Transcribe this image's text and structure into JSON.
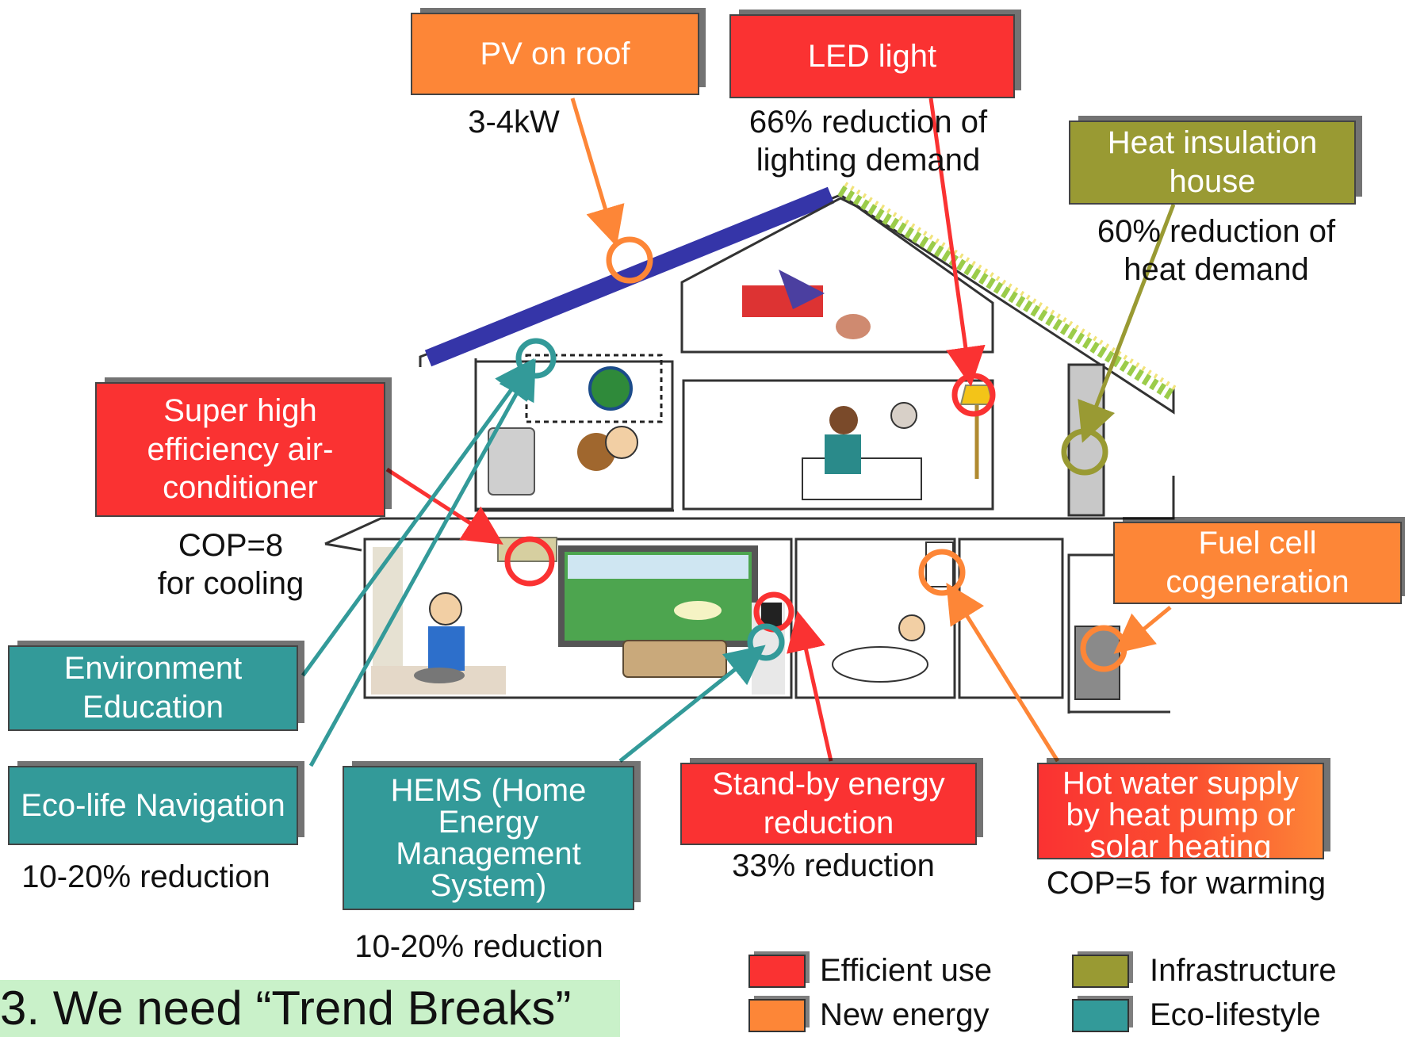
{
  "colors": {
    "efficient": "#fa3232",
    "new_energy": "#fd8637",
    "infrastructure": "#999a33",
    "eco_lifestyle": "#339a99",
    "panel": "#3535a8"
  },
  "boxes": {
    "pv": {
      "label": "PV on roof",
      "note": "3-4kW",
      "category": "new_energy"
    },
    "led": {
      "label": "LED light",
      "note": "66% reduction of\nlighting demand",
      "category": "efficient"
    },
    "insulation": {
      "label": "Heat insulation\nhouse",
      "note": "60% reduction of\nheat demand",
      "category": "infrastructure"
    },
    "aircon": {
      "label": "Super high\nefficiency air-\nconditioner",
      "note": "COP=8\nfor cooling",
      "category": "efficient"
    },
    "fuelcell": {
      "label": "Fuel cell\ncogeneration",
      "category": "new_energy"
    },
    "env_edu": {
      "label": "Environment\nEducation",
      "category": "eco_lifestyle"
    },
    "eco_nav": {
      "label": "Eco-life Navigation",
      "note": "10-20% reduction",
      "category": "eco_lifestyle"
    },
    "hems": {
      "label": "HEMS (Home\nEnergy\nManagement\nSystem)",
      "note": "10-20% reduction",
      "category": "eco_lifestyle"
    },
    "standby": {
      "label": "Stand-by energy\nreduction",
      "note": "33% reduction",
      "category": "efficient"
    },
    "hotwater": {
      "label": "Hot water supply\nby heat pump or\nsolar heating",
      "note": "COP=5 for warming",
      "category": "efficient"
    }
  },
  "legend": [
    {
      "label": "Efficient use",
      "category": "efficient"
    },
    {
      "label": "New energy",
      "category": "new_energy"
    },
    {
      "label": "Infrastructure",
      "category": "infrastructure"
    },
    {
      "label": "Eco-lifestyle",
      "category": "eco_lifestyle"
    }
  ],
  "footer": {
    "title": "3. We need “Trend Breaks”"
  }
}
